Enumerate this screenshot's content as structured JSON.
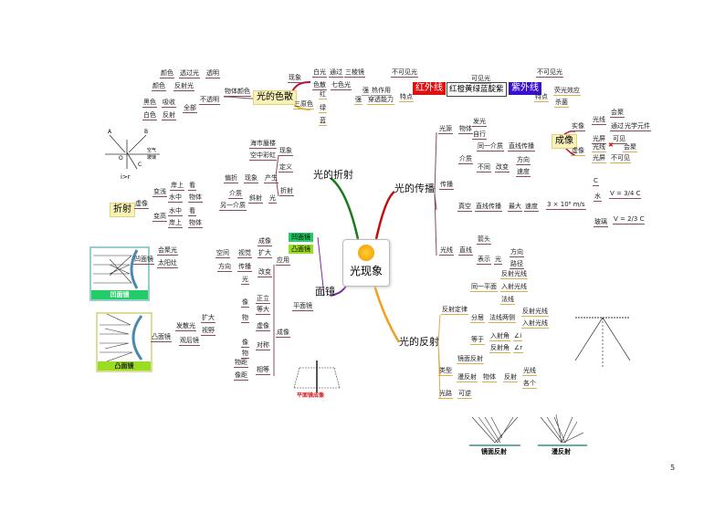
{
  "center": "光现象",
  "dispersion": {
    "title": "光的色散",
    "phenomenon": "现象",
    "white": "白光",
    "through": "通过",
    "prism": "三棱镜",
    "disp": "色散",
    "seven": "七色光",
    "primary": "三原色",
    "red": "红",
    "green": "绿",
    "blue": "蓝",
    "obj_color": "物体颜色",
    "transparent": "透明",
    "trans_light": "透过光",
    "color1": "颜色",
    "opaque": "不透明",
    "refl_light": "反射光",
    "color2": "颜色",
    "all": "全部",
    "absorb": "吸收",
    "black": "黑色",
    "reflect": "反射",
    "white2": "白色"
  },
  "spectrum": {
    "ir": "红外线",
    "invisible1": "不可见光",
    "feature1": "特点",
    "strong1": "强",
    "heat": "热作用",
    "strong2": "强",
    "penetrate": "穿透能力",
    "visible": "可见光",
    "colors": "红橙黄绿蓝靛紫",
    "uv": "紫外线",
    "invisible2": "不可见光",
    "feature2": "特点",
    "fluor": "荧光效应",
    "steril": "杀菌",
    "ir_color": "#e01010",
    "uv_color": "#3a10d0"
  },
  "propagation": {
    "title": "光的传播",
    "source": "光源",
    "object": "物体",
    "emit": "发光",
    "self": "自行",
    "spread": "传播",
    "medium": "介质",
    "same": "同一介质",
    "straight1": "直线传播",
    "diff": "不同",
    "change": "改变",
    "dir": "方向",
    "speed1": "速度",
    "vacuum": "真空",
    "straight2": "直线传播",
    "max": "最大",
    "speed2": "速度",
    "c_value": "3 × 10⁸ m/s",
    "c": "C",
    "water": "水",
    "v_water": "V = 3/4 C",
    "glass": "玻璃",
    "v_glass": "V = 2/3 C",
    "ray": "光线",
    "line": "直线",
    "arrow": "箭头",
    "show": "表示",
    "light": "光",
    "dir2": "方向",
    "path": "路径"
  },
  "imaging": {
    "title": "成像",
    "real": "实像",
    "ray1": "光线",
    "converge1": "会聚",
    "through": "通过",
    "optic": "光学元件",
    "screen1": "光屏",
    "visible": "可见",
    "virtual": "虚像",
    "ray2": "光线",
    "cross": "✖",
    "converge2": "会聚",
    "screen2": "光屏",
    "invisible": "不可见"
  },
  "reflection": {
    "title": "光的反射",
    "law": "反射定律",
    "plane": "同一平面",
    "r1": "反射光线",
    "i1": "入射光线",
    "normal": "法线",
    "apart": "分居",
    "sides": "法线两侧",
    "r2": "反射光线",
    "i2": "入射光线",
    "equal": "等于",
    "inc": "入射角",
    "inc_sym": "∠i",
    "ref": "反射角",
    "ref_sym": "∠r",
    "type": "类型",
    "specular": "镜面反射",
    "diffuse": "漫反射",
    "obj": "物体",
    "refl": "反射",
    "ray": "光线",
    "each": "各个",
    "path": "光路",
    "reversible": "可逆"
  },
  "refraction": {
    "title": "光的折射",
    "phen": "现象",
    "mirage": "海市蜃楼",
    "rainbow": "空中彩虹",
    "def": "定义",
    "refr": "折射",
    "bend": "偏折",
    "phen2": "现象",
    "produce": "产生",
    "light": "光",
    "oblique": "斜射",
    "medium": "介质",
    "other": "另一介质"
  },
  "refr_image": {
    "title": "折射",
    "virtual": "虚像",
    "shallow": "变浅",
    "shore1": "岸上",
    "see1": "看",
    "water1": "水中",
    "obj1": "物体",
    "higher": "变高",
    "water2": "水中",
    "see2": "看",
    "shore2": "岸上",
    "obj2": "物体",
    "fig_a": "A",
    "fig_b": "B",
    "fig_o": "O",
    "fig_c": "C",
    "fig_air": "空气",
    "fig_glass": "玻璃",
    "fig_caption": "i>r"
  },
  "mirrors": {
    "title": "面镜",
    "concave": "凹面镜",
    "convex": "凸面镜",
    "plane": "平面镜",
    "use": "应用",
    "imaging": "成像",
    "space": "空间",
    "vision": "视觉",
    "enlarge": "扩大",
    "direction": "方向",
    "propagate": "传播",
    "alter": "改变",
    "light": "光",
    "imaging2": "成像",
    "upright": "正立",
    "img1": "像",
    "obj1": "物",
    "same_size": "等大",
    "virtual": "虚像",
    "img2": "像",
    "obj2": "物",
    "symmetric": "对称",
    "equal": "相等",
    "obj_dist": "物距",
    "img_dist": "像距",
    "concave_node": "凹面镜",
    "converge": "会聚光",
    "solar": "太阳灶",
    "convex_node": "凸面镜",
    "diverge": "发散光",
    "enlarge2": "扩大",
    "view": "视野",
    "rearview": "观后镜",
    "fig_concave": "凹面镜",
    "fig_convex": "凸面镜",
    "fig_plane": "平面镜成像",
    "concave_color": "#22cc66",
    "convex_color": "#99dd22"
  },
  "figures": {
    "specular": "镜面反射",
    "diffuse": "漫反射"
  },
  "page_number": "5"
}
